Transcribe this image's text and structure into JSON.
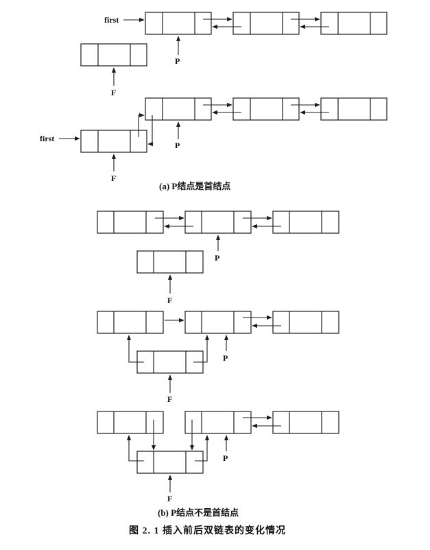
{
  "labels": {
    "first": "first",
    "p": "P",
    "f": "F"
  },
  "captions": {
    "a": "(a)  P结点是首结点",
    "b": "(b)  P结点不是首结点",
    "figure": "图 2. 1    插入前后双链表的变化情况"
  }
}
